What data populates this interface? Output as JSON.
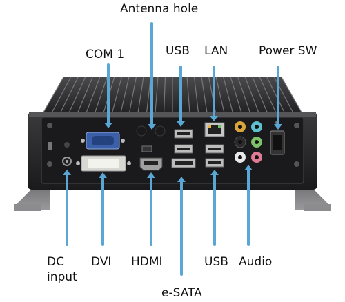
{
  "labels": {
    "antenna_hole": "Antenna hole",
    "com1": "COM 1",
    "usb_top": "USB",
    "lan": "LAN",
    "power_sw": "Power SW",
    "dc_input_line1": "DC",
    "dc_input_line2": "input",
    "dvi": "DVI",
    "hdmi": "HDMI",
    "usb_bottom": "USB",
    "audio": "Audio",
    "esata": "e-SATA"
  },
  "colors": {
    "callout_line": "#5aa7d6",
    "case_dark": "#2b2b2b",
    "panel": "#1d1d1f",
    "port_blue": "#3d6fb8",
    "audio_orange": "#d9a53a",
    "audio_teal": "#5fc0d0",
    "audio_green": "#7cc36a",
    "audio_pink": "#e07a95"
  }
}
